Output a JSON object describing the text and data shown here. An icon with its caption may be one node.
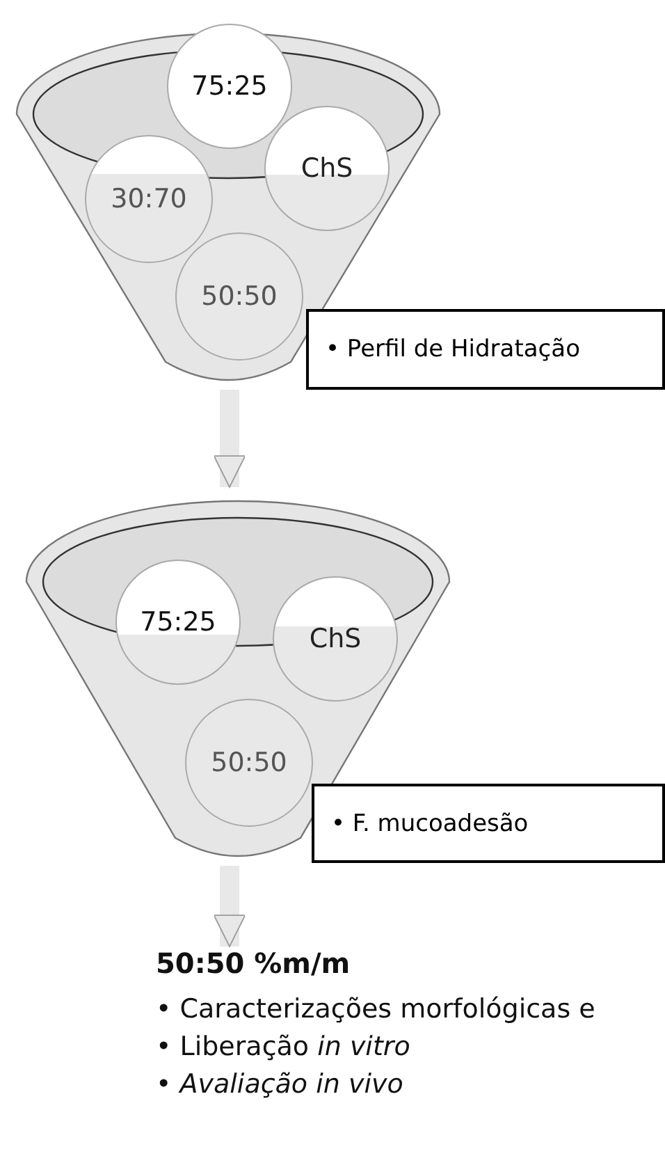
{
  "diagram": {
    "nodes": [
      {
        "text": [],
        "shape": "funnel"
      },
      {
        "text": [
          "75:25"
        ],
        "in": 0
      },
      {
        "text": [
          "ChS"
        ],
        "in": 0
      },
      {
        "text": [
          "30:70"
        ],
        "in": 0
      },
      {
        "text": [
          "50:50"
        ],
        "in": 0
      },
      {
        "text": [
          "• Perfil de Hidratação"
        ]
      },
      {
        "text": [],
        "shape": "funnel"
      },
      {
        "text": [
          "75:25"
        ],
        "in": 6
      },
      {
        "text": [
          "ChS"
        ],
        "in": 6
      },
      {
        "text": [
          "50:50"
        ],
        "in": 6
      },
      {
        "text": [
          "• F. mucoadesão"
        ]
      },
      {
        "text": [
          "50:50 %m/m",
          "• Caracterizações morfológicas e",
          "• Liberação *in vitro*",
          "• *Avaliação in vivo*"
        ]
      }
    ],
    "edges": [
      {
        "from": 0,
        "to": 6,
        "arrow": "to"
      },
      {
        "from": 6,
        "to": 11,
        "arrow": "to"
      }
    ]
  }
}
